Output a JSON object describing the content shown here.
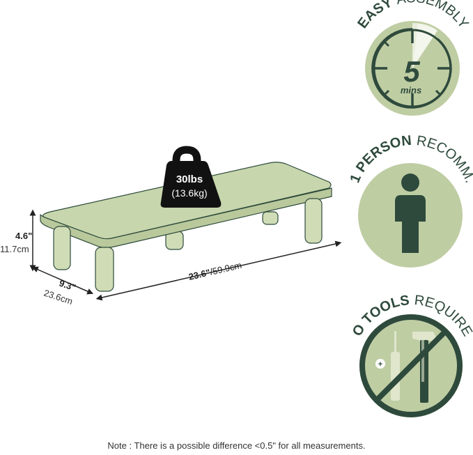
{
  "colors": {
    "dark_green": "#2e4a3c",
    "sage": "#bfcda3",
    "sage_light": "#dfe6cc",
    "weight_black": "#111111",
    "leg_sage": "#cfdcb5"
  },
  "product": {
    "weight": {
      "icon": "weight-icon",
      "main": "30lbs",
      "sub": "(13.6kg)"
    },
    "dimensions": {
      "height_in": "4.6\"",
      "height_cm": "11.7cm",
      "depth_in": "9.3\"",
      "depth_cm": "23.6cm",
      "width_in": "23.6\"",
      "width_cm": "/59.9cm"
    }
  },
  "badges": {
    "assembly": {
      "bold": "EASY",
      "light": "ASSEMBLY",
      "time_value": "5",
      "time_unit": "mins",
      "icon": "stopwatch-icon"
    },
    "person": {
      "bold": "1 PERSON",
      "light": "RECOMM.",
      "icon": "person-icon"
    },
    "tools": {
      "bold": "NO TOOLS",
      "light": "REQUIRED",
      "icon": "no-tools-icon"
    }
  },
  "note": "Note : There is a possible difference <0.5\" for all measurements."
}
